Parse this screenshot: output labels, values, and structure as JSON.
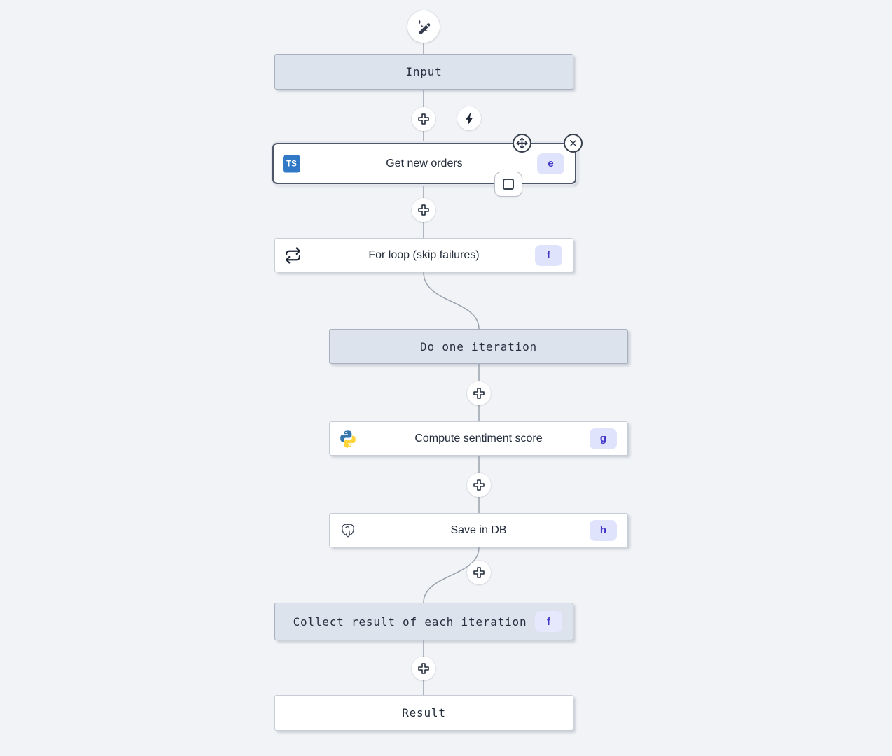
{
  "flow": {
    "nodes": {
      "input": {
        "label": "Input"
      },
      "get_new_orders": {
        "label": "Get new orders",
        "badge": "e",
        "selected": true
      },
      "for_loop": {
        "label": "For loop (skip failures)",
        "badge": "f"
      },
      "do_one_iteration": {
        "label": "Do one iteration"
      },
      "compute_sentiment_score": {
        "label": "Compute sentiment score",
        "badge": "g"
      },
      "save_in_db": {
        "label": "Save in DB",
        "badge": "h"
      },
      "collect_result": {
        "label": "Collect result of each iteration",
        "badge": "f"
      },
      "result": {
        "label": "Result"
      }
    },
    "icons": {
      "typescript_text": "TS",
      "ai_builder": "magic-wand-sparkles",
      "insert_step": "plus",
      "trigger": "lightning-bolt",
      "move_handle": "arrows-move",
      "remove_node": "x-circle",
      "node_action": "square",
      "for_loop": "repeat-arrows",
      "python": "python-logo",
      "database": "postgresql-elephant"
    },
    "colors": {
      "canvas_bg": "#f1f3f6",
      "virtual_node_bg": "#dce3ed",
      "node_border": "#c7ccd6",
      "selected_border": "#4d5668",
      "badge_bg": "#dfe3fb",
      "badge_text": "#4338ca",
      "edge": "#9aa2ae",
      "typescript_blue": "#3178c6",
      "icon_dark": "#353d4f"
    }
  }
}
